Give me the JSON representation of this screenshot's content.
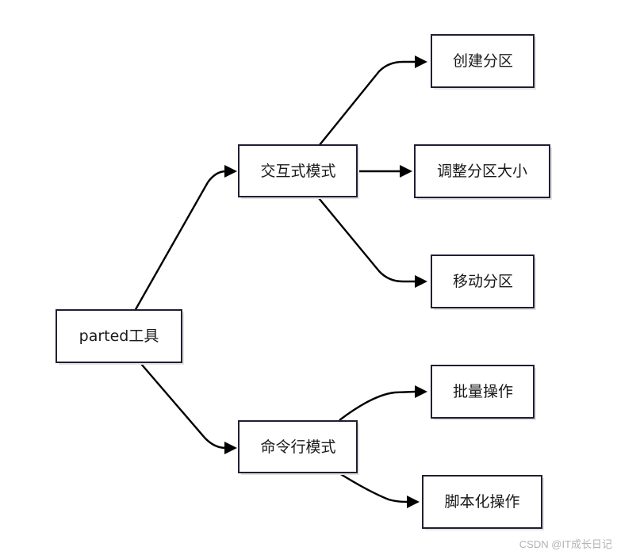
{
  "nodes": {
    "root": {
      "label": "parted工具"
    },
    "interactive": {
      "label": "交互式模式"
    },
    "cli": {
      "label": "命令行模式"
    },
    "create": {
      "label": "创建分区"
    },
    "resize": {
      "label": "调整分区大小"
    },
    "move": {
      "label": "移动分区"
    },
    "batch": {
      "label": "批量操作"
    },
    "script": {
      "label": "脚本化操作"
    }
  },
  "edges": [
    {
      "from": "root",
      "to": "interactive"
    },
    {
      "from": "root",
      "to": "cli"
    },
    {
      "from": "interactive",
      "to": "create"
    },
    {
      "from": "interactive",
      "to": "resize"
    },
    {
      "from": "interactive",
      "to": "move"
    },
    {
      "from": "cli",
      "to": "batch"
    },
    {
      "from": "cli",
      "to": "script"
    }
  ],
  "watermark": "CSDN @IT成长日记"
}
